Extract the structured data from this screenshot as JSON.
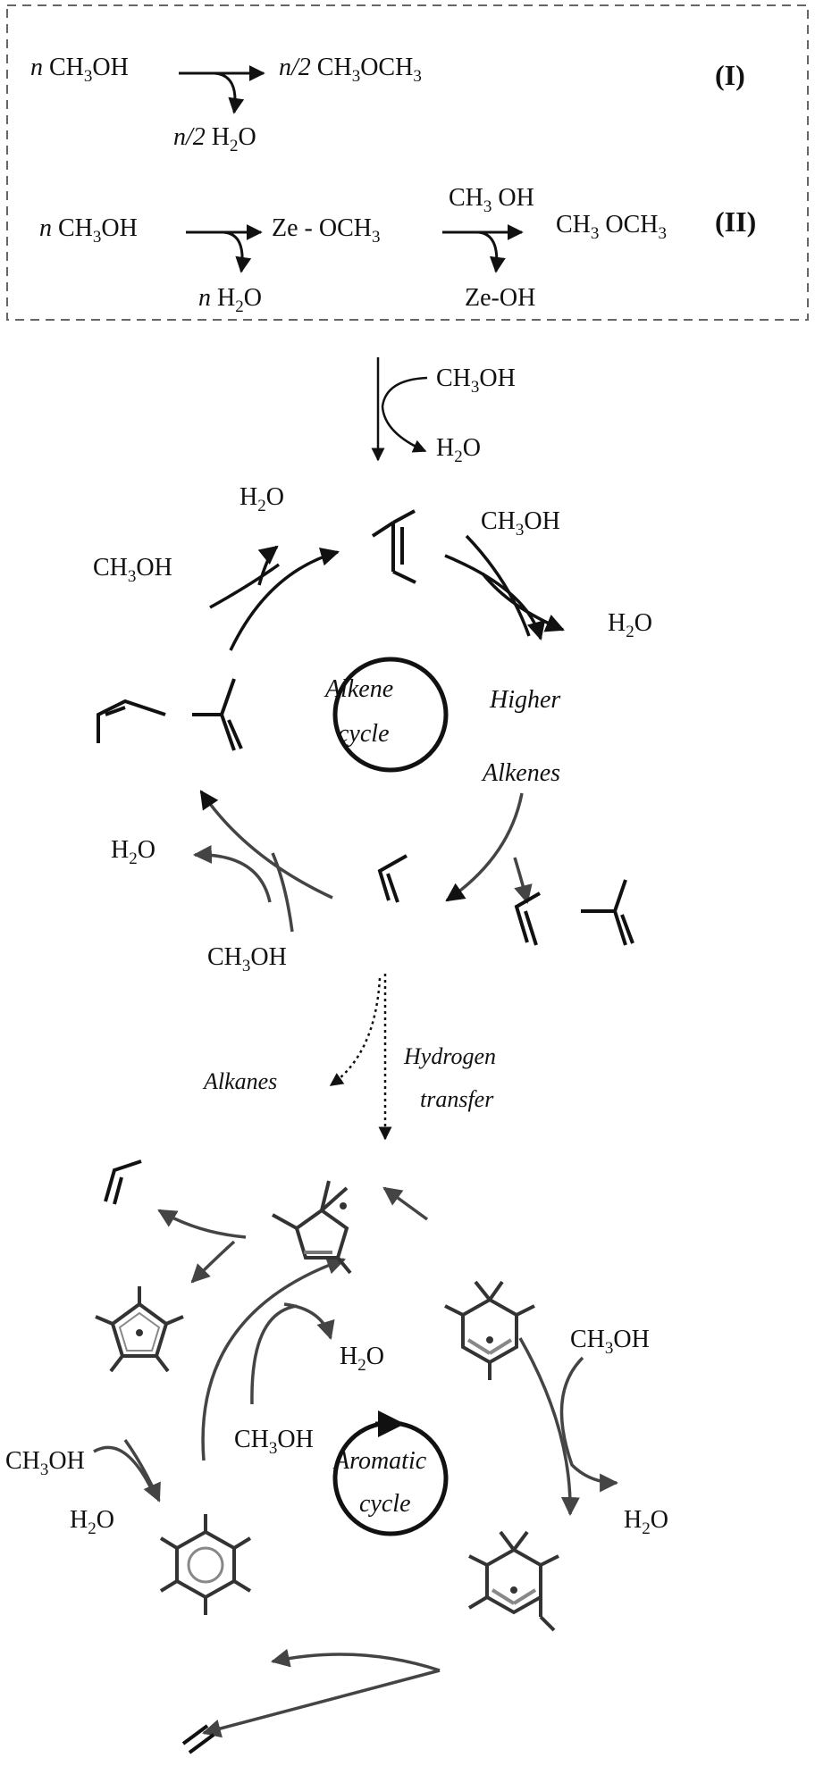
{
  "box": {
    "reaction_I": {
      "coef_n": "n",
      "reactant": [
        "CH",
        "3",
        "OH"
      ],
      "coef_half": "n/2",
      "product": [
        "CH",
        "3",
        "OCH",
        "3"
      ],
      "water_coef": "n/2",
      "water": [
        "H",
        "2",
        "O"
      ],
      "tag": "(I)"
    },
    "reaction_II": {
      "coef_n": "n",
      "reactant": [
        "CH",
        "3",
        "OH"
      ],
      "intermediate": [
        "Ze - OCH",
        "3"
      ],
      "reagent": [
        "CH",
        "3",
        " OH"
      ],
      "product": [
        "CH",
        "3",
        " OCH",
        "3"
      ],
      "water_coef": "n",
      "water": [
        "H",
        "2",
        "O"
      ],
      "byproduct": "Ze-OH",
      "tag": "(II)"
    }
  },
  "entry": {
    "methanol": [
      "CH",
      "3",
      "OH"
    ],
    "water": [
      "H",
      "2",
      "O"
    ]
  },
  "alkene_cycle": {
    "center_line1": "Alkene",
    "center_line2": "cycle",
    "higher_line1": "Higher",
    "higher_line2": "Alkenes",
    "top_left_water": [
      "H",
      "2",
      "O"
    ],
    "top_left_methanol": [
      "CH",
      "3",
      "OH"
    ],
    "top_right_methanol": [
      "CH",
      "3",
      "OH"
    ],
    "top_right_water": [
      "H",
      "2",
      "O"
    ],
    "left_water": [
      "H",
      "2",
      "O"
    ],
    "bottom_methanol": [
      "CH",
      "3",
      "OH"
    ]
  },
  "transfer": {
    "alkanes": "Alkanes",
    "hydrogen": "Hydrogen",
    "transfer": "transfer"
  },
  "aromatic_cycle": {
    "center_line1": "Aromatic",
    "center_line2": "cycle",
    "inner_water": [
      "H",
      "2",
      "O"
    ],
    "inner_methanol": [
      "CH",
      "3",
      "OH"
    ],
    "left_methanol": [
      "CH",
      "3",
      "OH"
    ],
    "left_water": [
      "H",
      "2",
      "O"
    ],
    "right_methanol": [
      "CH",
      "3",
      "OH"
    ],
    "right_water": [
      "H",
      "2",
      "O"
    ]
  }
}
